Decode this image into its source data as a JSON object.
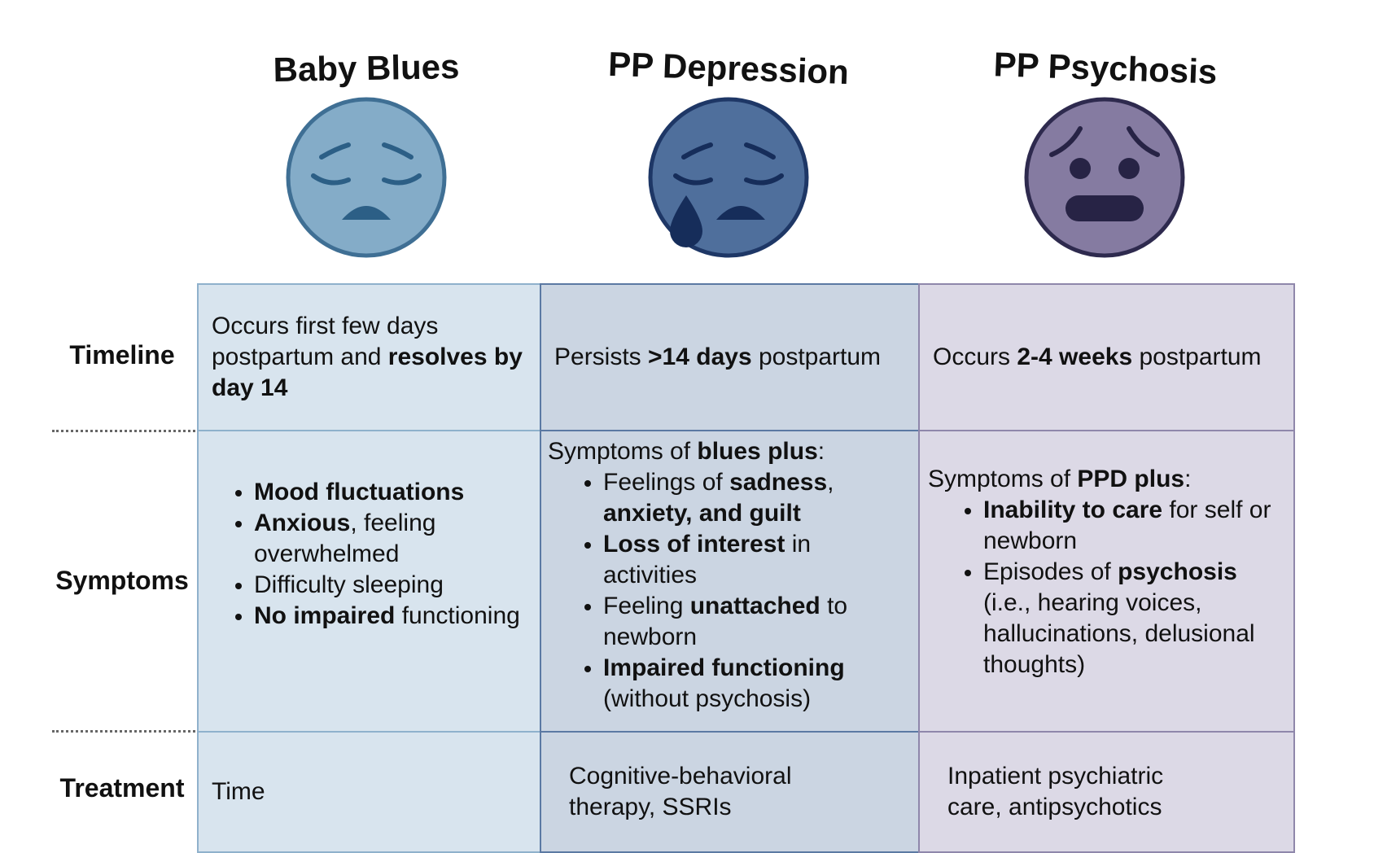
{
  "columns": [
    {
      "title": "Baby Blues",
      "face_color": "#84acc8",
      "face_stroke": "#3f6f94",
      "feature_color": "#2c5f86"
    },
    {
      "title": "PP Depression",
      "face_color": "#4f6f9c",
      "face_stroke": "#1e3766",
      "feature_color": "#162d5a"
    },
    {
      "title": "PP Psychosis",
      "face_color": "#857ba1",
      "face_stroke": "#2e2a4e",
      "feature_color": "#272345"
    }
  ],
  "rows": {
    "timeline": "Timeline",
    "symptoms": "Symptoms",
    "treatment": "Treatment"
  },
  "timeline": {
    "blues": {
      "a": "Occurs first few days postpartum and ",
      "b": "resolves by day 14"
    },
    "ppd": {
      "a": "Persists ",
      "b": ">14 days",
      "c": " postpartum"
    },
    "psychosis": {
      "a": "Occurs ",
      "b": "2-4 weeks",
      "c": " postpartum"
    }
  },
  "symptoms": {
    "blues": {
      "i1": "Mood fluctuations",
      "i2b": "Anxious",
      "i2": ", feeling overwhelmed",
      "i3": "Difficulty sleeping",
      "i4b": "No impaired",
      "i4": " functioning"
    },
    "ppd": {
      "intro_a": "Symptoms of ",
      "intro_b": "blues plus",
      "intro_c": ":",
      "i1a": "Feelings of ",
      "i1b": "sadness",
      "i1c": ", ",
      "i1d": "anxiety, and guilt",
      "i2b": "Loss of interest",
      "i2": " in activities",
      "i3a": "Feeling ",
      "i3b": "unattached",
      "i3c": " to newborn",
      "i4b": "Impaired functioning",
      "i4": " (without psychosis)"
    },
    "psychosis": {
      "intro_a": "Symptoms of ",
      "intro_b": "PPD plus",
      "intro_c": ":",
      "i1b": "Inability to care",
      "i1": " for self or newborn",
      "i2a": "Episodes of ",
      "i2b": "psychosis",
      "i2c": " (i.e., hearing voices, hallucinations, delusional thoughts)"
    }
  },
  "treatment": {
    "blues": "Time",
    "ppd": "Cognitive-behavioral therapy, SSRIs",
    "psychosis": "Inpatient psychiatric care, antipsychotics"
  }
}
